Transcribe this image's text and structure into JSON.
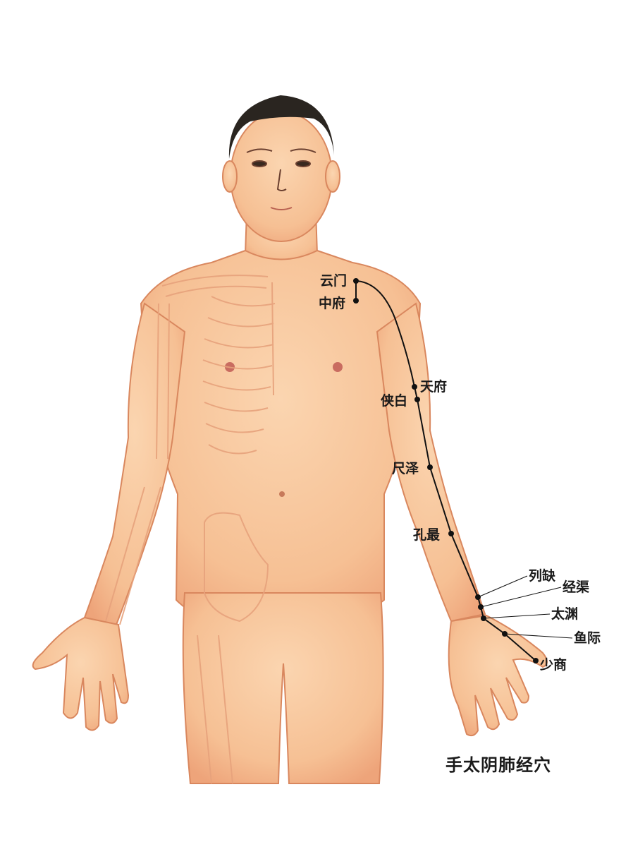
{
  "caption": "手太阴肺经穴",
  "colors": {
    "skin": "#f8c79c",
    "skin_shadow": "#eea47a",
    "skin_outline": "#d9875e",
    "hair": "#2a2520",
    "meridian_line": "#111111"
  },
  "points": [
    {
      "id": "yunmen",
      "label": "云门"
    },
    {
      "id": "zhongfu",
      "label": "中府"
    },
    {
      "id": "tianfu",
      "label": "天府"
    },
    {
      "id": "xiabai",
      "label": "侠白"
    },
    {
      "id": "chize",
      "label": "尺泽"
    },
    {
      "id": "kongzui",
      "label": "孔最"
    },
    {
      "id": "lieque",
      "label": "列缺"
    },
    {
      "id": "jingqu",
      "label": "经渠"
    },
    {
      "id": "taiyuan",
      "label": "太渊"
    },
    {
      "id": "yuji",
      "label": "鱼际"
    },
    {
      "id": "shaoshang",
      "label": "少商"
    }
  ]
}
